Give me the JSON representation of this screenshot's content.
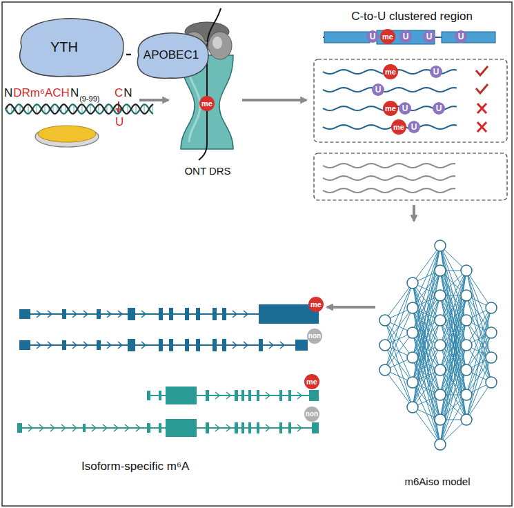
{
  "diagram": {
    "nodes": [
      {
        "text": [
          "YTH"
        ]
      },
      {
        "text": [
          "APOBEC1"
        ]
      },
      {
        "text": [
          "ONT DRS"
        ]
      },
      {
        "text": [
          "C-to-U clustered region"
        ]
      },
      {
        "text": [
          "m6Aiso model"
        ]
      },
      {
        "text": [
          "Isoform-specific m⁶A"
        ]
      }
    ],
    "edges": [
      {
        "from": 0,
        "to": 1,
        "arrow": "none"
      },
      {
        "from": 2,
        "to": 3,
        "arrow": "to"
      },
      {
        "from": 3,
        "to": 4,
        "arrow": "to"
      },
      {
        "from": 4,
        "to": 5,
        "arrow": "to"
      }
    ],
    "labels": [
      "N",
      "DRm⁶ACH",
      "N",
      "(9-99)",
      "C",
      "N",
      "U",
      "me",
      "U",
      "me",
      "U",
      "U",
      "U",
      "me",
      "U",
      "U",
      "me",
      "U",
      "U",
      "me",
      "U",
      "me",
      "non",
      "me",
      "non"
    ]
  }
}
